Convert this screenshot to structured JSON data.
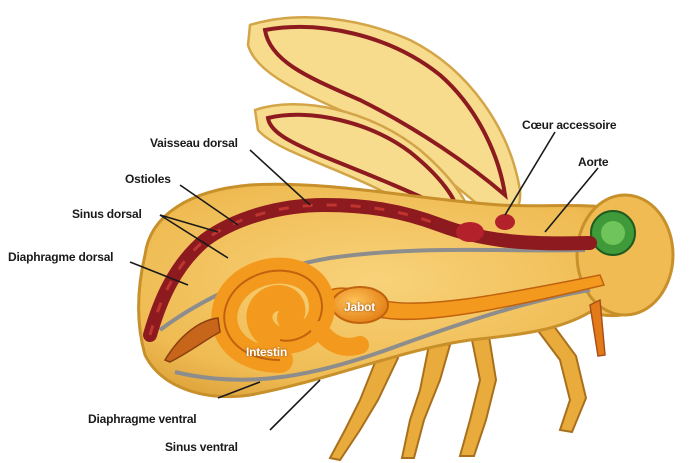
{
  "labels": {
    "vaisseau_dorsal": "Vaisseau dorsal",
    "ostioles": "Ostioles",
    "sinus_dorsal": "Sinus dorsal",
    "diaphragme_dorsal": "Diaphragme dorsal",
    "coeur_accessoire": "Cœur accessoire",
    "aorte": "Aorte",
    "jabot": "Jabot",
    "intestin": "Intestin",
    "diaphragme_ventral": "Diaphragme ventral",
    "sinus_ventral": "Sinus ventral"
  },
  "colors": {
    "body_fill": "#f2c25a",
    "body_outline": "#c8902a",
    "hemolymph_vessel": "#8c1a1f",
    "wing_fill": "#f7dc8e",
    "gut_orange": "#f39a1e",
    "eye_green": "#3f9a3a",
    "diaphragm_gray": "#8d8d8d",
    "label_text": "#1a1a1a"
  }
}
